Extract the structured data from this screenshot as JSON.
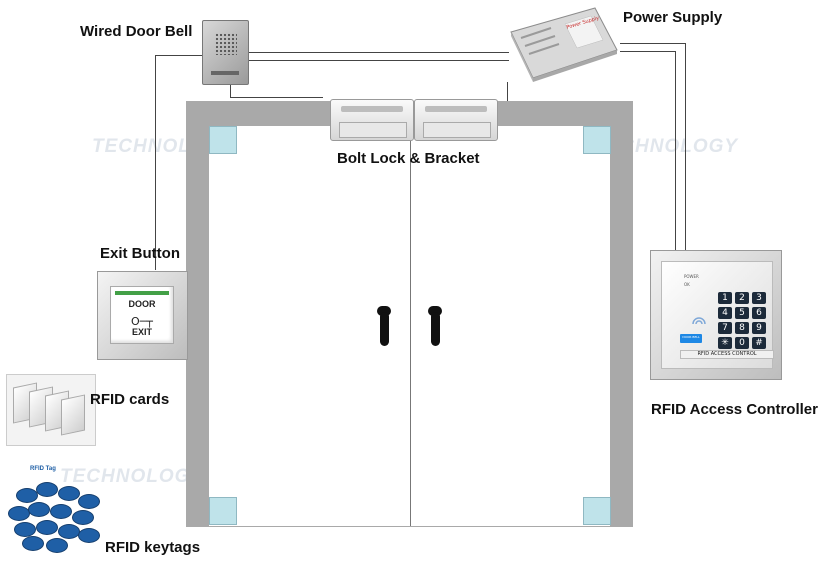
{
  "labels": {
    "door_bell": "Wired Door Bell",
    "power_supply": "Power Supply",
    "bolt_lock": "Bolt Lock & Bracket",
    "exit_button": "Exit Button",
    "rfid_cards": "RFID cards",
    "rfid_controller": "RFID Access Controller",
    "rfid_keytags": "RFID keytags"
  },
  "exit_button": {
    "line1": "DOOR",
    "line2": "EXIT"
  },
  "psu_label": "Power Supply",
  "controller": {
    "keys": [
      "1",
      "2",
      "3",
      "4",
      "5",
      "6",
      "7",
      "8",
      "9",
      "✳",
      "0",
      "#"
    ],
    "strip": "RFID ACCESS CONTROL",
    "power": "POWER",
    "ok": "OK",
    "bell": "DOOR BELL"
  },
  "keytag_label": "RFID Tag",
  "watermark": "TECHNOLOGY",
  "colors": {
    "frame": "#a9a9a9",
    "corner": "#bfe3ea",
    "wire": "#444444",
    "keytag": "#1f5fa6"
  }
}
